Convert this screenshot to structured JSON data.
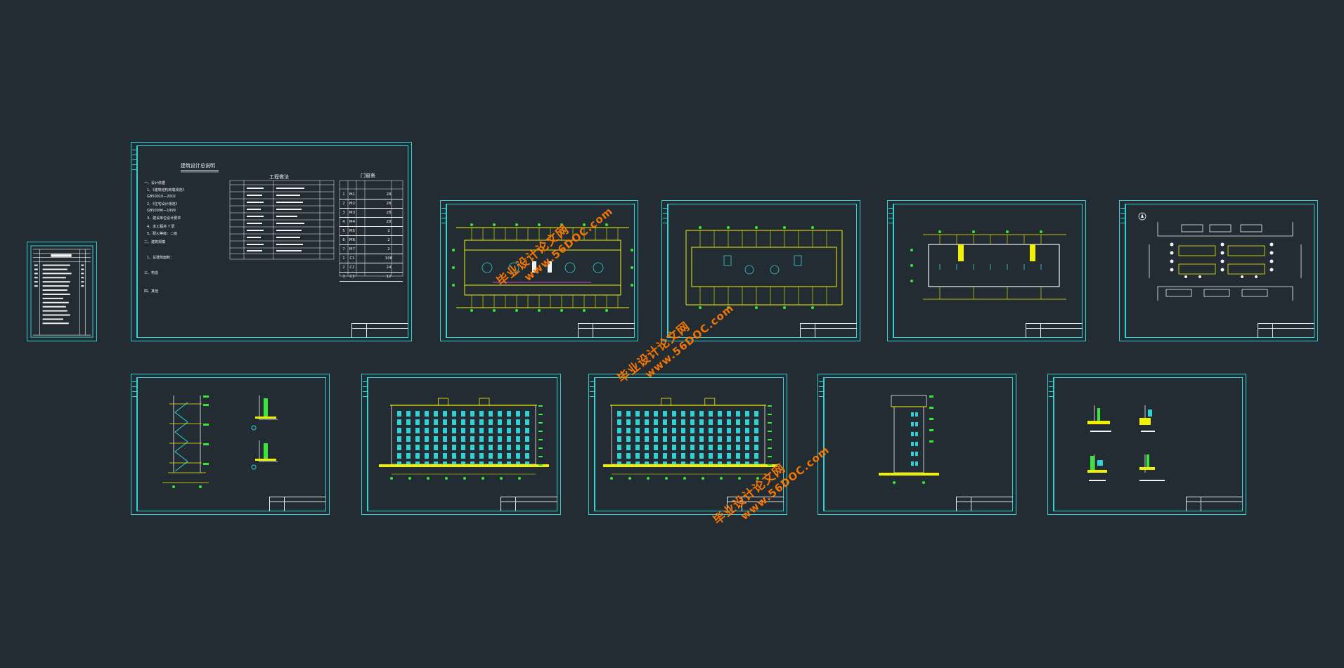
{
  "colors": {
    "background": "#232b33",
    "frame": "#2fd3d3",
    "line_yellow": "#f0f000",
    "line_green": "#38e838",
    "line_white": "#f2f2f2",
    "window_cyan": "#2fd3d3",
    "watermark": "#ff7a00"
  },
  "watermark": {
    "site_name": "毕业设计论文网",
    "url": "www.56DOC.com"
  },
  "design_notes_sheet": {
    "title": "建筑设计总说明",
    "table_title": "工程做法",
    "door_table_title": "门窗表",
    "section_1": "一、设计依据",
    "items": [
      "1、《建筑结构荷载规范》",
      "GB50010—2002",
      "2、《住宅设计规范》",
      "GB50096—1999",
      "3、建设单位设计要求",
      "4、本工程共 7 层",
      "5、耐火等级：二级"
    ],
    "section_2": "二、建筑规模",
    "area_text": "1、总建筑面积：",
    "section_3": "三、构造",
    "section_4": "四、其他",
    "door_rows": [
      {
        "no": "1",
        "code": "M1",
        "count": "28"
      },
      {
        "no": "2",
        "code": "M2",
        "count": "28"
      },
      {
        "no": "3",
        "code": "M3",
        "count": "28"
      },
      {
        "no": "4",
        "code": "M4",
        "count": "28"
      },
      {
        "no": "5",
        "code": "M5",
        "count": "2"
      },
      {
        "no": "6",
        "code": "M6",
        "count": "2"
      },
      {
        "no": "7",
        "code": "M7",
        "count": "2"
      },
      {
        "no": "1",
        "code": "C1",
        "count": "108"
      },
      {
        "no": "2",
        "code": "C2",
        "count": "24"
      },
      {
        "no": "3",
        "code": "C3",
        "count": "12"
      }
    ]
  },
  "sheets": [
    {
      "id": "drawing-list"
    },
    {
      "id": "design-notes"
    },
    {
      "id": "floor-plan-1"
    },
    {
      "id": "floor-plan-2"
    },
    {
      "id": "roof-plan"
    },
    {
      "id": "site-plan"
    },
    {
      "id": "section-details"
    },
    {
      "id": "elevation-south"
    },
    {
      "id": "elevation-north"
    },
    {
      "id": "elevation-side"
    },
    {
      "id": "node-details"
    }
  ]
}
